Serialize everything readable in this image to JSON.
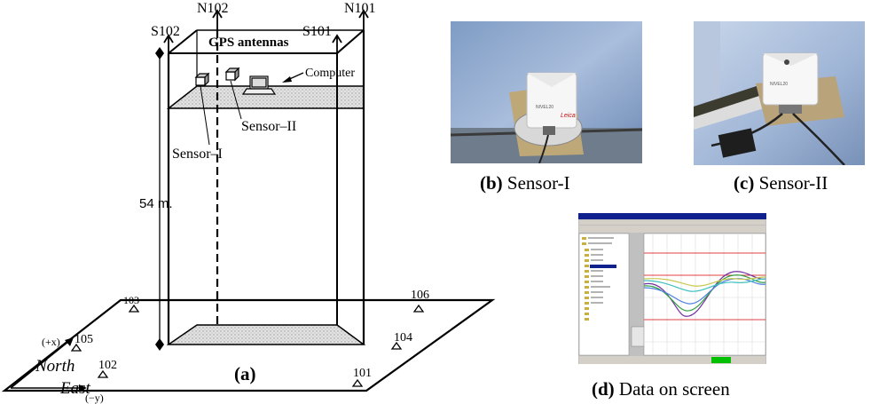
{
  "panel_a": {
    "gps_antennas": "GPS antennas",
    "computer": "Computer",
    "sensor_1": "Sensor–I",
    "sensor_2": "Sensor–II",
    "height": "54 m.",
    "antennas": {
      "n102": "N102",
      "n101": "N101",
      "s102": "S102",
      "s101": "S101"
    },
    "ground_points": {
      "p103": "103",
      "p106": "106",
      "p105": "105",
      "p104": "104",
      "p102": "102",
      "p101": "101"
    },
    "axes": {
      "plus_x": "(+x)",
      "north": "North",
      "east": "East",
      "minus_y": "(−y)"
    },
    "caption": "(a)"
  },
  "panel_b": {
    "caption_label": "(b)",
    "caption_text": " Sensor-I",
    "device_text": "NIVEL20"
  },
  "panel_c": {
    "caption_label": "(c)",
    "caption_text": " Sensor-II",
    "device_text": "NIVEL20"
  },
  "panel_d": {
    "caption_label": "(d)",
    "caption_text": " Data on screen"
  },
  "colors": {
    "curve_purple": "#7030a0",
    "curve_green": "#33a040",
    "curve_blue": "#5080e0",
    "curve_cyan": "#40c0c0",
    "curve_yellow": "#c8c850",
    "ref_red": "#e04040",
    "window_bar": "#10208c",
    "status_green": "#00c000"
  }
}
